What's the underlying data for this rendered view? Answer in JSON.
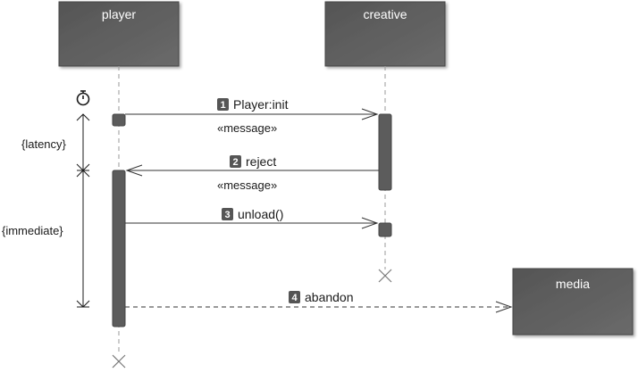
{
  "lifelines": [
    {
      "id": "player",
      "name": "player"
    },
    {
      "id": "creative",
      "name": "creative"
    },
    {
      "id": "media",
      "name": "media"
    }
  ],
  "messages": [
    {
      "number": "1",
      "label": "Player:init",
      "stereotype": "«message»",
      "from": "player",
      "to": "creative",
      "kind": "sync"
    },
    {
      "number": "2",
      "label": "reject",
      "stereotype": "«message»",
      "from": "creative",
      "to": "player",
      "kind": "sync"
    },
    {
      "number": "3",
      "label": "unload()",
      "stereotype": "",
      "from": "player",
      "to": "creative",
      "kind": "sync"
    },
    {
      "number": "4",
      "label": "abandon",
      "stereotype": "",
      "from": "player",
      "to": "media",
      "kind": "create"
    }
  ],
  "constraints": [
    {
      "label": "{latency}"
    },
    {
      "label": "{immediate}"
    }
  ],
  "colors": {
    "lifeline_head": "#5c5c5c",
    "activation": "#5c5c5c",
    "badge": "#555555",
    "line": "#333333",
    "lifeline_dash": "#9a9a9a",
    "destroy": "#7a7a7a"
  },
  "icons": {
    "timer": "stopwatch-icon",
    "destroy": "destroy-x-icon"
  }
}
